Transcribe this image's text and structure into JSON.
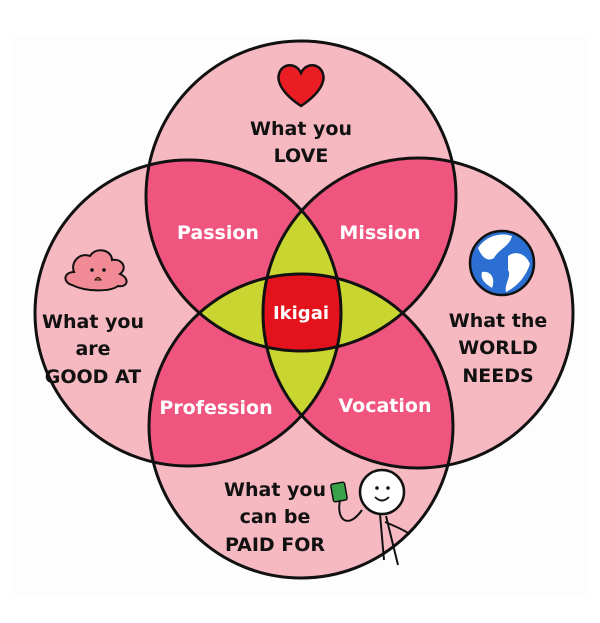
{
  "title": "Ikigai",
  "circles": {
    "love": [
      "What you",
      "LOVE"
    ],
    "good_at": [
      "What you",
      "are",
      "GOOD AT"
    ],
    "world_needs": [
      "What the",
      "WORLD",
      "NEEDS"
    ],
    "paid_for": [
      "What you",
      "can be",
      "PAID FOR"
    ]
  },
  "overlaps": {
    "passion": "Passion",
    "mission": "Mission",
    "profession": "Profession",
    "vocation": "Vocation",
    "center": "Ikigai"
  },
  "icons": [
    "heart-icon",
    "blob-character-icon",
    "globe-icon",
    "stick-figure-money-icon"
  ],
  "colors": {
    "outer": "#f7b9c1",
    "pair": "#ef557f",
    "triple": "#c9d530",
    "center": "#e3121c",
    "outline": "#111111"
  }
}
